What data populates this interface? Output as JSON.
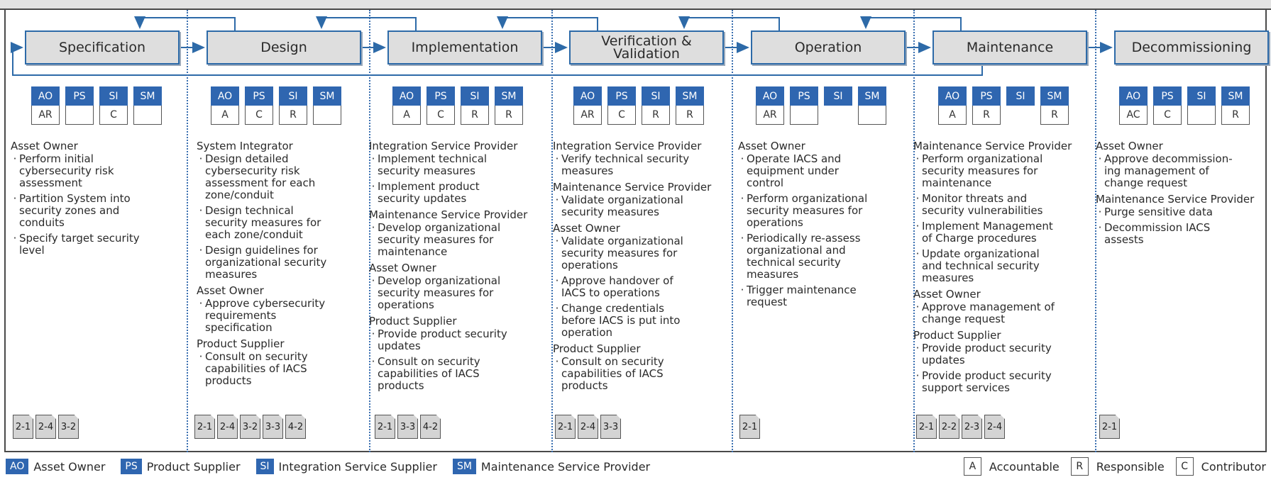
{
  "phases": [
    "Specification",
    "Design",
    "Implementation",
    "Verification &\nValidation",
    "Operation",
    "Maintenance",
    "Decommissioning"
  ],
  "role_codes": [
    "AO",
    "PS",
    "SI",
    "SM"
  ],
  "raci_matrix": [
    [
      "AR",
      "",
      "C",
      ""
    ],
    [
      "A",
      "C",
      "R",
      ""
    ],
    [
      "A",
      "C",
      "R",
      "R"
    ],
    [
      "AR",
      "C",
      "R",
      "R"
    ],
    [
      "AR",
      "",
      "",
      ""
    ],
    [
      "A",
      "R",
      "",
      "R"
    ],
    [
      "AC",
      "C",
      "",
      "R"
    ]
  ],
  "activities": [
    [
      {
        "role": "Asset Owner",
        "items": [
          "Perform initial\ncybersecurity risk\nassessment",
          "Partition System into\nsecurity zones and\nconduits",
          "Specify target security\nlevel"
        ]
      }
    ],
    [
      {
        "role": "System Integrator",
        "items": [
          "Design detailed\ncybersecurity risk\nassessment for each\nzone/conduit",
          "Design technical\nsecurity measures for\neach zone/conduit",
          "Design guidelines for\norganizational security\nmeasures"
        ]
      },
      {
        "role": "Asset Owner",
        "items": [
          "Approve cybersecurity\nrequirements\nspecification"
        ]
      },
      {
        "role": "Product Supplier",
        "items": [
          "Consult on security\ncapabilities of IACS\nproducts"
        ]
      }
    ],
    [
      {
        "role": "Integration Service Provider",
        "items": [
          "Implement technical\nsecurity measures",
          "Implement product\nsecurity updates"
        ]
      },
      {
        "role": "Maintenance Service Provider",
        "items": [
          "Develop organizational\nsecurity measures for\nmaintenance"
        ]
      },
      {
        "role": "Asset Owner",
        "items": [
          "Develop organizational\nsecurity measures for\noperations"
        ]
      },
      {
        "role": "Product Supplier",
        "items": [
          "Provide product security\nupdates",
          "Consult on security\ncapabilities of IACS\nproducts"
        ]
      }
    ],
    [
      {
        "role": "Integration Service Provider",
        "items": [
          "Verify technical security\nmeasures"
        ]
      },
      {
        "role": "Maintenance Service Provider",
        "items": [
          "Validate organizational\nsecurity measures"
        ]
      },
      {
        "role": "Asset Owner",
        "items": [
          "Validate organizational\nsecurity measures for\noperations",
          "Approve handover of\nIACS to operations",
          "Change credentials\nbefore IACS is put into\noperation"
        ]
      },
      {
        "role": "Product Supplier",
        "items": [
          "Consult on security\ncapabilities of IACS\nproducts"
        ]
      }
    ],
    [
      {
        "role": "Asset Owner",
        "items": [
          "Operate IACS and\nequipment under\ncontrol",
          "Perform organizational\nsecurity measures for\noperations",
          "Periodically re-assess\norganizational and\ntechnical security\nmeasures",
          "Trigger maintenance\nrequest"
        ]
      }
    ],
    [
      {
        "role": "Maintenance Service Provider",
        "items": [
          "Perform organizational\nsecurity measures for\nmaintenance",
          "Monitor threats and\nsecurity vulnerabilities",
          "Implement Management\nof Charge procedures",
          "Update organizational\nand technical security\nmeasures"
        ]
      },
      {
        "role": "Asset Owner",
        "items": [
          "Approve management of\nchange request"
        ]
      },
      {
        "role": "Product Supplier",
        "items": [
          "Provide product security\nupdates",
          "Provide product security\nsupport services"
        ]
      }
    ],
    [
      {
        "role": "Asset Owner",
        "items": [
          "Approve decommission-\ning management of\nchange request"
        ]
      },
      {
        "role": "Maintenance Service Provider",
        "items": [
          "Purge sensitive data",
          "Decommission IACS\nassests"
        ]
      }
    ]
  ],
  "documents": [
    [
      "2-1",
      "2-4",
      "3-2"
    ],
    [
      "2-1",
      "2-4",
      "3-2",
      "3-3",
      "4-2"
    ],
    [
      "2-1",
      "3-3",
      "4-2"
    ],
    [
      "2-1",
      "2-4",
      "3-3"
    ],
    [
      "2-1"
    ],
    [
      "2-1",
      "2-2",
      "2-3",
      "2-4"
    ],
    [
      "2-1"
    ]
  ],
  "legend": {
    "roles": [
      {
        "code": "AO",
        "label": "Asset Owner"
      },
      {
        "code": "PS",
        "label": "Product Supplier"
      },
      {
        "code": "SI",
        "label": "Integration Service Supplier"
      },
      {
        "code": "SM",
        "label": "Maintenance Service Provider"
      }
    ],
    "raci": [
      {
        "code": "A",
        "label": "Accountable"
      },
      {
        "code": "R",
        "label": "Responsible"
      },
      {
        "code": "C",
        "label": "Contributor"
      }
    ]
  },
  "colors": {
    "role_fill": "#2f66b0",
    "phase_border": "#2d6aa8",
    "phase_fill": "#dedede",
    "divider": "#3a6fb0"
  }
}
